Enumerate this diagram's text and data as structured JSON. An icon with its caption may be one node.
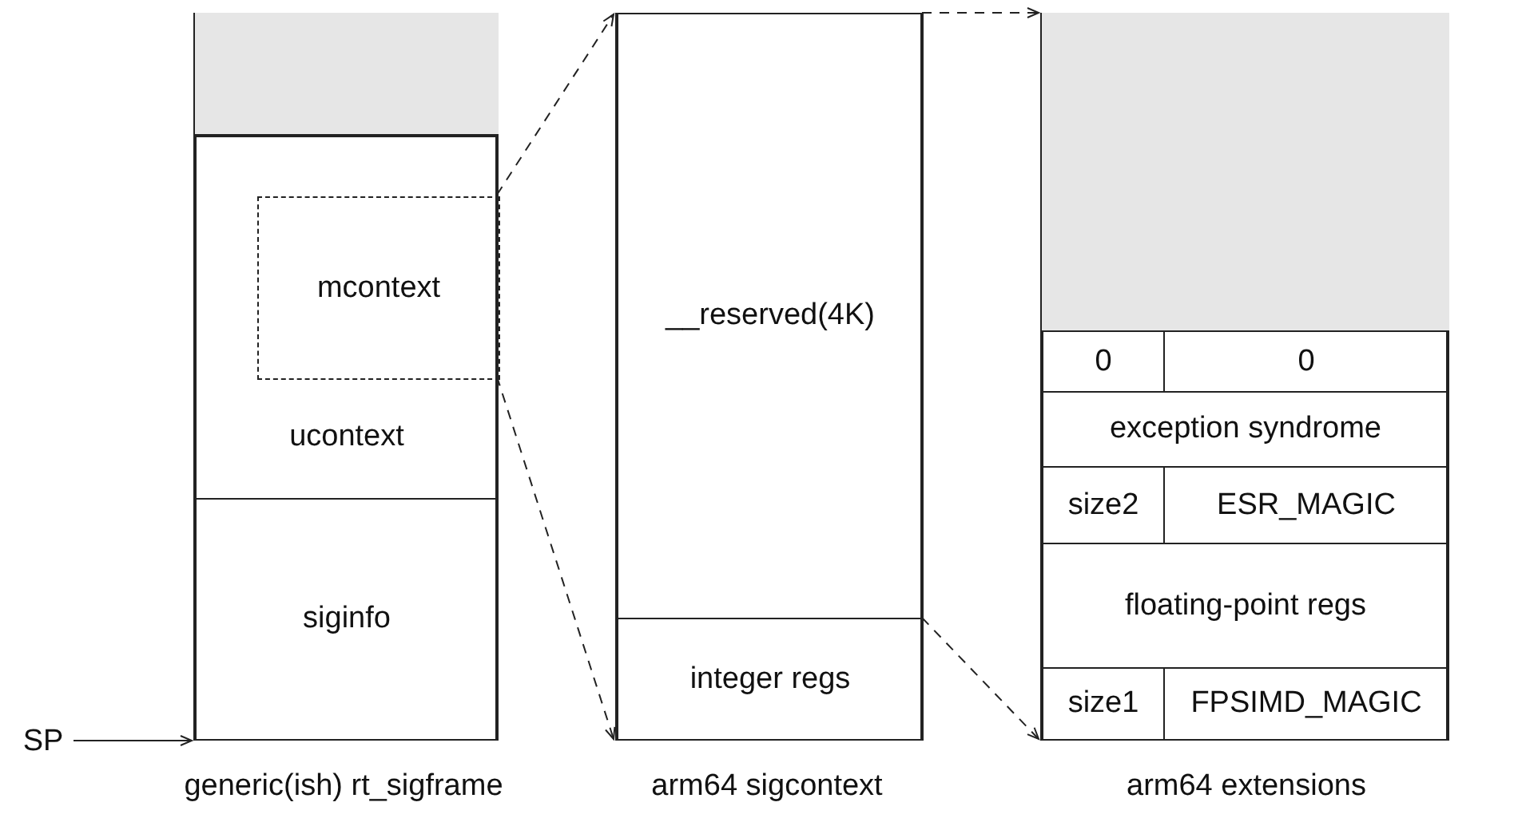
{
  "diagram": {
    "nodes": [
      {
        "text": [],
        "shape": "box",
        "beside": [
          "generic(ish) rt_sigframe"
        ]
      },
      {
        "text": [],
        "shape": "box",
        "in": 0
      },
      {
        "text": [
          "ucontext"
        ],
        "in": 0
      },
      {
        "text": [
          "mcontext"
        ],
        "in": 2
      },
      {
        "text": [
          "siginfo"
        ],
        "in": 0
      },
      {
        "text": [],
        "shape": "box",
        "beside": [
          "arm64 sigcontext"
        ]
      },
      {
        "text": [
          "__reserved(4K)"
        ],
        "in": 5
      },
      {
        "text": [
          "integer regs"
        ],
        "in": 5
      },
      {
        "text": [],
        "shape": "box",
        "beside": [
          "arm64 extensions"
        ]
      },
      {
        "text": [],
        "shape": "box",
        "in": 8
      },
      {
        "text": [
          "0"
        ],
        "in": 8
      },
      {
        "text": [
          "0"
        ],
        "in": 8
      },
      {
        "text": [
          "exception syndrome"
        ],
        "in": 8
      },
      {
        "text": [
          "size2"
        ],
        "in": 8
      },
      {
        "text": [
          "ESR_MAGIC"
        ],
        "in": 8
      },
      {
        "text": [
          "floating-point regs"
        ],
        "in": 8
      },
      {
        "text": [
          "size1"
        ],
        "in": 8
      },
      {
        "text": [
          "FPSIMD_MAGIC"
        ],
        "in": 8
      },
      {
        "text": [
          "SP"
        ]
      }
    ],
    "edges": [
      {
        "from": 18,
        "to": 0,
        "arrow": "to"
      },
      {
        "from": 3,
        "to": 5,
        "arrow": "to",
        "style": "dashed"
      },
      {
        "from": 3,
        "to": 5,
        "arrow": "to",
        "style": "dashed"
      },
      {
        "from": 6,
        "to": 8,
        "arrow": "to",
        "style": "dashed"
      },
      {
        "from": 6,
        "to": 8,
        "arrow": "to",
        "style": "dashed"
      }
    ]
  }
}
